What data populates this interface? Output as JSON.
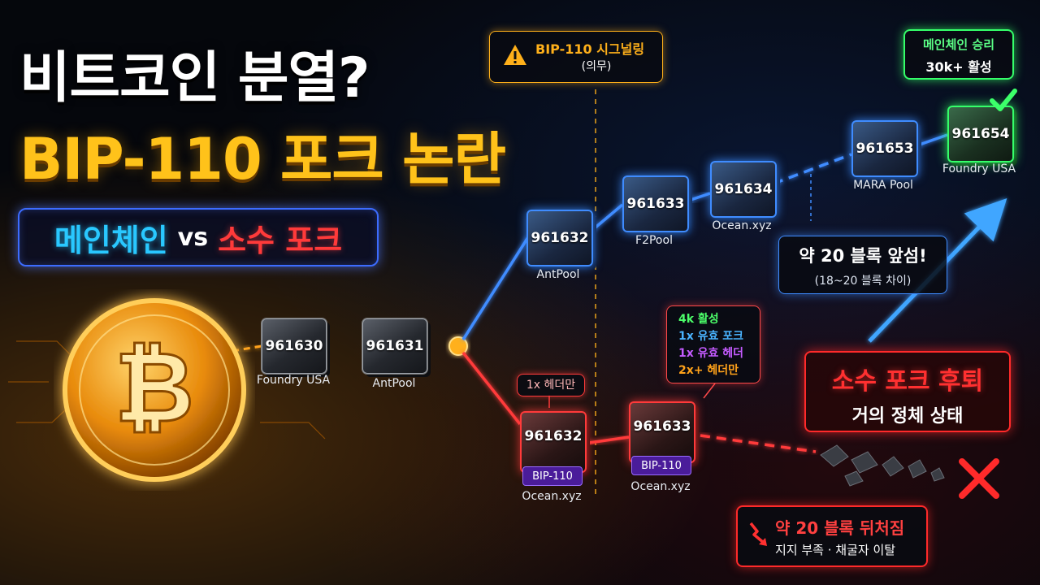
{
  "title": {
    "line1": "비트코인 분열?",
    "line2": "BIP-110 포크 논란"
  },
  "versus": {
    "main": "메인체인",
    "vs": "vs",
    "minor": "소수 포크"
  },
  "pre_fork_blocks": [
    {
      "number": "961630",
      "pool": "Foundry USA"
    },
    {
      "number": "961631",
      "pool": "AntPool"
    }
  ],
  "main_chain_blocks": [
    {
      "number": "961632",
      "pool": "AntPool"
    },
    {
      "number": "961633",
      "pool": "F2Pool"
    },
    {
      "number": "961634",
      "pool": "Ocean.xyz"
    },
    {
      "number": "961653",
      "pool": "MARA Pool"
    },
    {
      "number": "961654",
      "pool": "Foundry USA"
    }
  ],
  "minority_fork_blocks": [
    {
      "number": "961632",
      "tag": "BIP-110",
      "pool": "Ocean.xyz"
    },
    {
      "number": "961633",
      "tag": "BIP-110",
      "pool": "Ocean.xyz"
    }
  ],
  "signal_box": {
    "title": "BIP-110 시그널링",
    "subtitle": "(의무)"
  },
  "main_win_box": {
    "line1": "메인체인 승리",
    "line2": "30k+ 활성"
  },
  "lead_box": {
    "line1": "약 20 블록 앞섬!",
    "line2": "(18~20 블록 차이)"
  },
  "header_only_label": "1x 헤더만",
  "fork_stats": [
    {
      "text": "4k 활성",
      "color": "#4cff6a"
    },
    {
      "text": "1x 유효 포크",
      "color": "#4ab4ff"
    },
    {
      "text": "1x 유효 헤더",
      "color": "#c45bff"
    },
    {
      "text": "2x+ 헤더만",
      "color": "#ffa21a"
    }
  ],
  "retreat_box": {
    "line1": "소수 포크 후퇴",
    "line2": "거의 정체 상태"
  },
  "behind_box": {
    "line1": "약 20 블록 뒤처짐",
    "line2": "지지 부족 · 채굴자 이탈"
  },
  "colors": {
    "main_chain": "#3f8cff",
    "minority_fork": "#ff3a3a",
    "pre_fork": "#ff9a1a",
    "winner": "#35ff6a",
    "warning": "#ffb01a"
  },
  "icons": [
    "bitcoin-coin-icon",
    "warning-icon",
    "check-icon",
    "x-icon",
    "down-trend-arrow-icon",
    "up-arrow-icon"
  ]
}
